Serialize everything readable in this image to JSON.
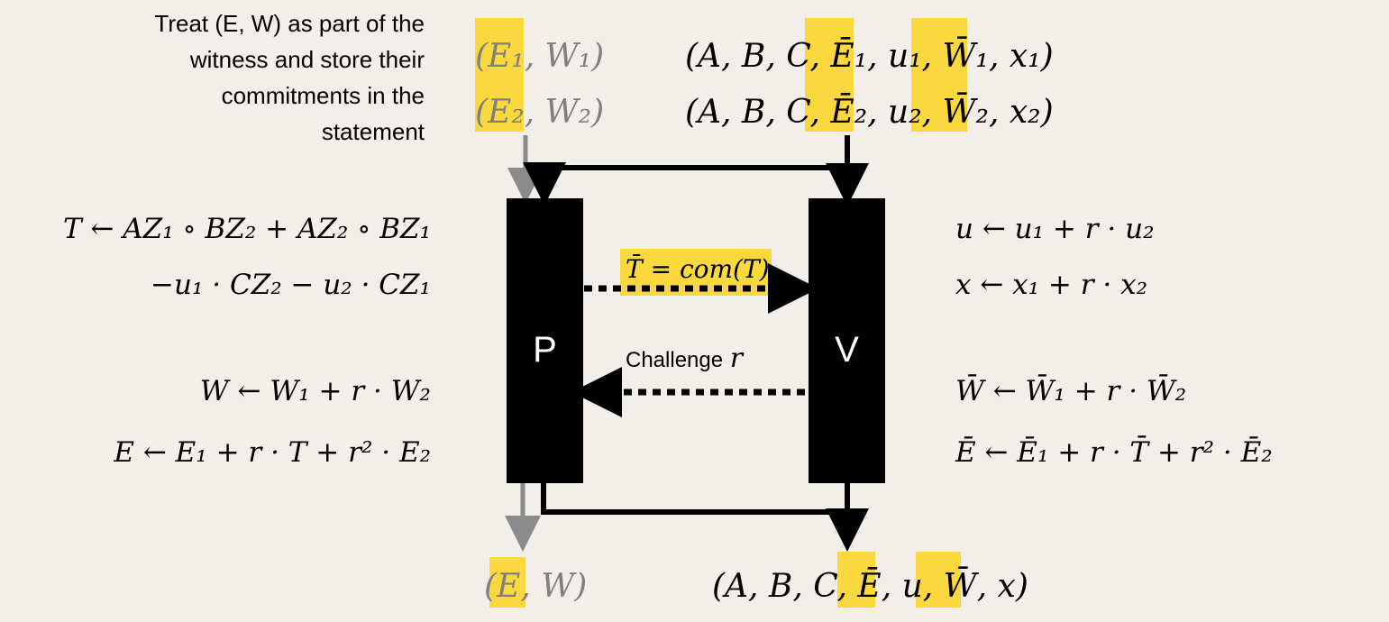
{
  "note_lines": [
    "Treat (E, W) as part of the",
    "witness and store their",
    "commitments in the",
    "statement"
  ],
  "inputs": {
    "witness1": "(E₁, W₁)",
    "witness2": "(E₂, W₂)",
    "instance1": "(A, B, C, Ē₁, u₁, W̄₁, x₁)",
    "instance2": "(A, B, C, Ē₂, u₂, W̄₂, x₂)"
  },
  "prover": {
    "label": "P",
    "T_line1": "T ← AZ₁ ∘ BZ₂ + AZ₂ ∘ BZ₁",
    "T_line2": "−u₁ · CZ₂ − u₂ · CZ₁",
    "W_update": "W ← W₁ + r · W₂",
    "E_update": "E ← E₁ + r · T + r² · E₂"
  },
  "verifier": {
    "label": "V",
    "u_update": "u ← u₁ + r · u₂",
    "x_update": "x ← x₁ + r · x₂",
    "W_update": "W̄ ← W̄₁ + r · W̄₂",
    "E_update": "Ē ← Ē₁ + r · T̄ + r² · Ē₂"
  },
  "messages": {
    "commit": "T̄ = com(T)",
    "challenge_word": "Challenge",
    "challenge_var": "r"
  },
  "outputs": {
    "witness": "(E, W)",
    "instance": "(A, B, C, Ē, u, W̄, x)"
  },
  "colors": {
    "highlight": "#fbd93e",
    "background": "#f2efeb",
    "gray": "#808080"
  }
}
